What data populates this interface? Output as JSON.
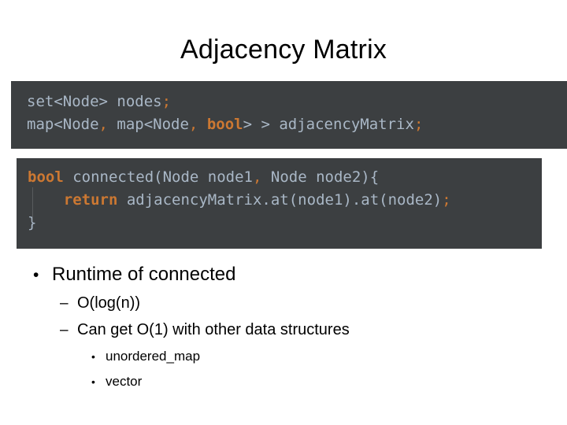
{
  "slide": {
    "title": "Adjacency Matrix",
    "background_color": "#ffffff",
    "text_color": "#000000"
  },
  "code_theme": {
    "background": "#3c3f41",
    "default_text": "#a9b7c6",
    "keyword": "#cc7832",
    "punctuation": "#cc7832",
    "indent_guide": "#585b5d"
  },
  "code_blocks": [
    {
      "name": "declarations",
      "lines": [
        {
          "tokens": [
            {
              "text": "set<Node> nodes",
              "type": "plain"
            },
            {
              "text": ";",
              "type": "punct"
            }
          ]
        },
        {
          "tokens": [
            {
              "text": "map<Node",
              "type": "plain"
            },
            {
              "text": ",",
              "type": "punct"
            },
            {
              "text": " map<Node",
              "type": "plain"
            },
            {
              "text": ",",
              "type": "punct"
            },
            {
              "text": " ",
              "type": "plain"
            },
            {
              "text": "bool",
              "type": "keyword"
            },
            {
              "text": "> > adjacencyMatrix",
              "type": "plain"
            },
            {
              "text": ";",
              "type": "punct"
            }
          ]
        }
      ]
    },
    {
      "name": "connected-function",
      "lines": [
        {
          "tokens": [
            {
              "text": "bool",
              "type": "keyword"
            },
            {
              "text": " connected(Node node1",
              "type": "plain"
            },
            {
              "text": ",",
              "type": "punct"
            },
            {
              "text": " Node node2){",
              "type": "plain"
            }
          ]
        },
        {
          "tokens": [
            {
              "text": "    ",
              "type": "plain"
            },
            {
              "text": "return",
              "type": "keyword"
            },
            {
              "text": " adjacencyMatrix.at(node1).at(node2)",
              "type": "plain"
            },
            {
              "text": ";",
              "type": "punct"
            }
          ]
        },
        {
          "tokens": [
            {
              "text": "}",
              "type": "plain"
            }
          ]
        }
      ]
    }
  ],
  "bullets": [
    {
      "level": 1,
      "marker": "•",
      "text": "Runtime of connected"
    },
    {
      "level": 2,
      "marker": "–",
      "text": "O(log(n))"
    },
    {
      "level": 2,
      "marker": "–",
      "text": "Can get O(1) with other data structures"
    },
    {
      "level": 3,
      "marker": "•",
      "text": "unordered_map"
    },
    {
      "level": 3,
      "marker": "•",
      "text": "vector"
    }
  ]
}
